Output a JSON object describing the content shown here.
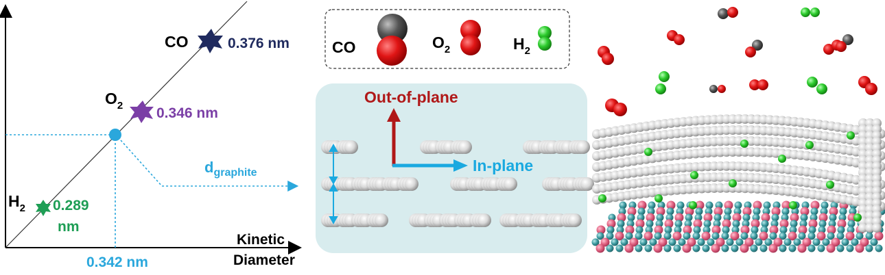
{
  "left_panel": {
    "axis_label_line1": "Kinetic",
    "axis_label_line2": "Diameter",
    "points": [
      {
        "label": "CO",
        "value": "0.376 nm",
        "color": "#1f2a5e"
      },
      {
        "label": "O",
        "sub": "2",
        "value": "0.346 nm",
        "color": "#7b3fa6"
      },
      {
        "label": "H",
        "sub": "2",
        "value_line1": "0.289",
        "value_line2": "nm",
        "color": "#1e9e55"
      }
    ],
    "graphite": {
      "symbol": "d",
      "sub": "graphite",
      "value": "0.342 nm",
      "color": "#2aa7dc"
    }
  },
  "legend": {
    "items": [
      {
        "label": "CO",
        "atom_colors": [
          "#555555",
          "#e01515"
        ]
      },
      {
        "label": "O",
        "sub": "2",
        "atom_colors": [
          "#e01515",
          "#e01515"
        ]
      },
      {
        "label": "H",
        "sub": "2",
        "atom_colors": [
          "#2ecc2e",
          "#2ecc2e"
        ]
      }
    ]
  },
  "graphite_panel": {
    "out_of_plane": "Out-of-plane",
    "in_plane": "In-plane",
    "out_color": "#b01818",
    "in_color": "#1aa9e0",
    "bg_color": "#d8ecee"
  }
}
